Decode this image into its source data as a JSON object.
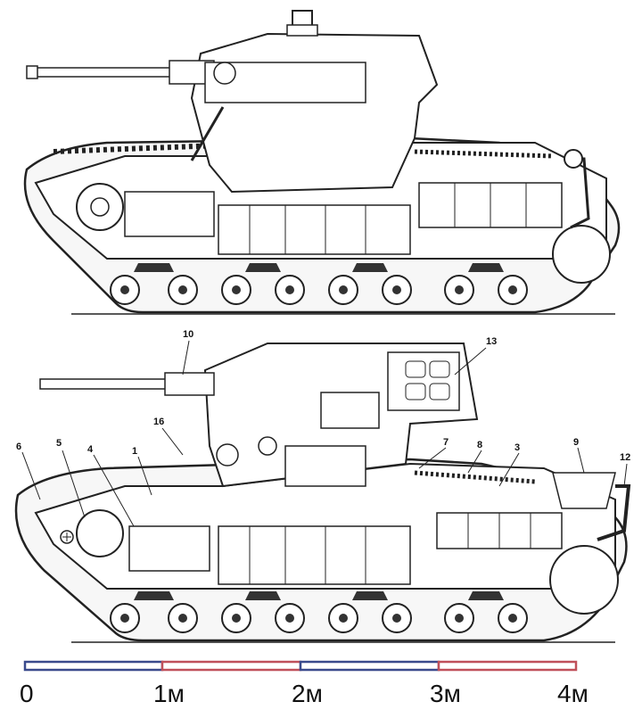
{
  "callouts": [
    "10",
    "13",
    "16",
    "6",
    "5",
    "4",
    "1",
    "7",
    "8",
    "3",
    "9",
    "12"
  ],
  "scale": {
    "labels": [
      "0",
      "1м",
      "2м",
      "3м",
      "4м"
    ],
    "colors": [
      "#3a4a8c",
      "#c0505a",
      "#3a4a8c",
      "#c0505a"
    ]
  }
}
